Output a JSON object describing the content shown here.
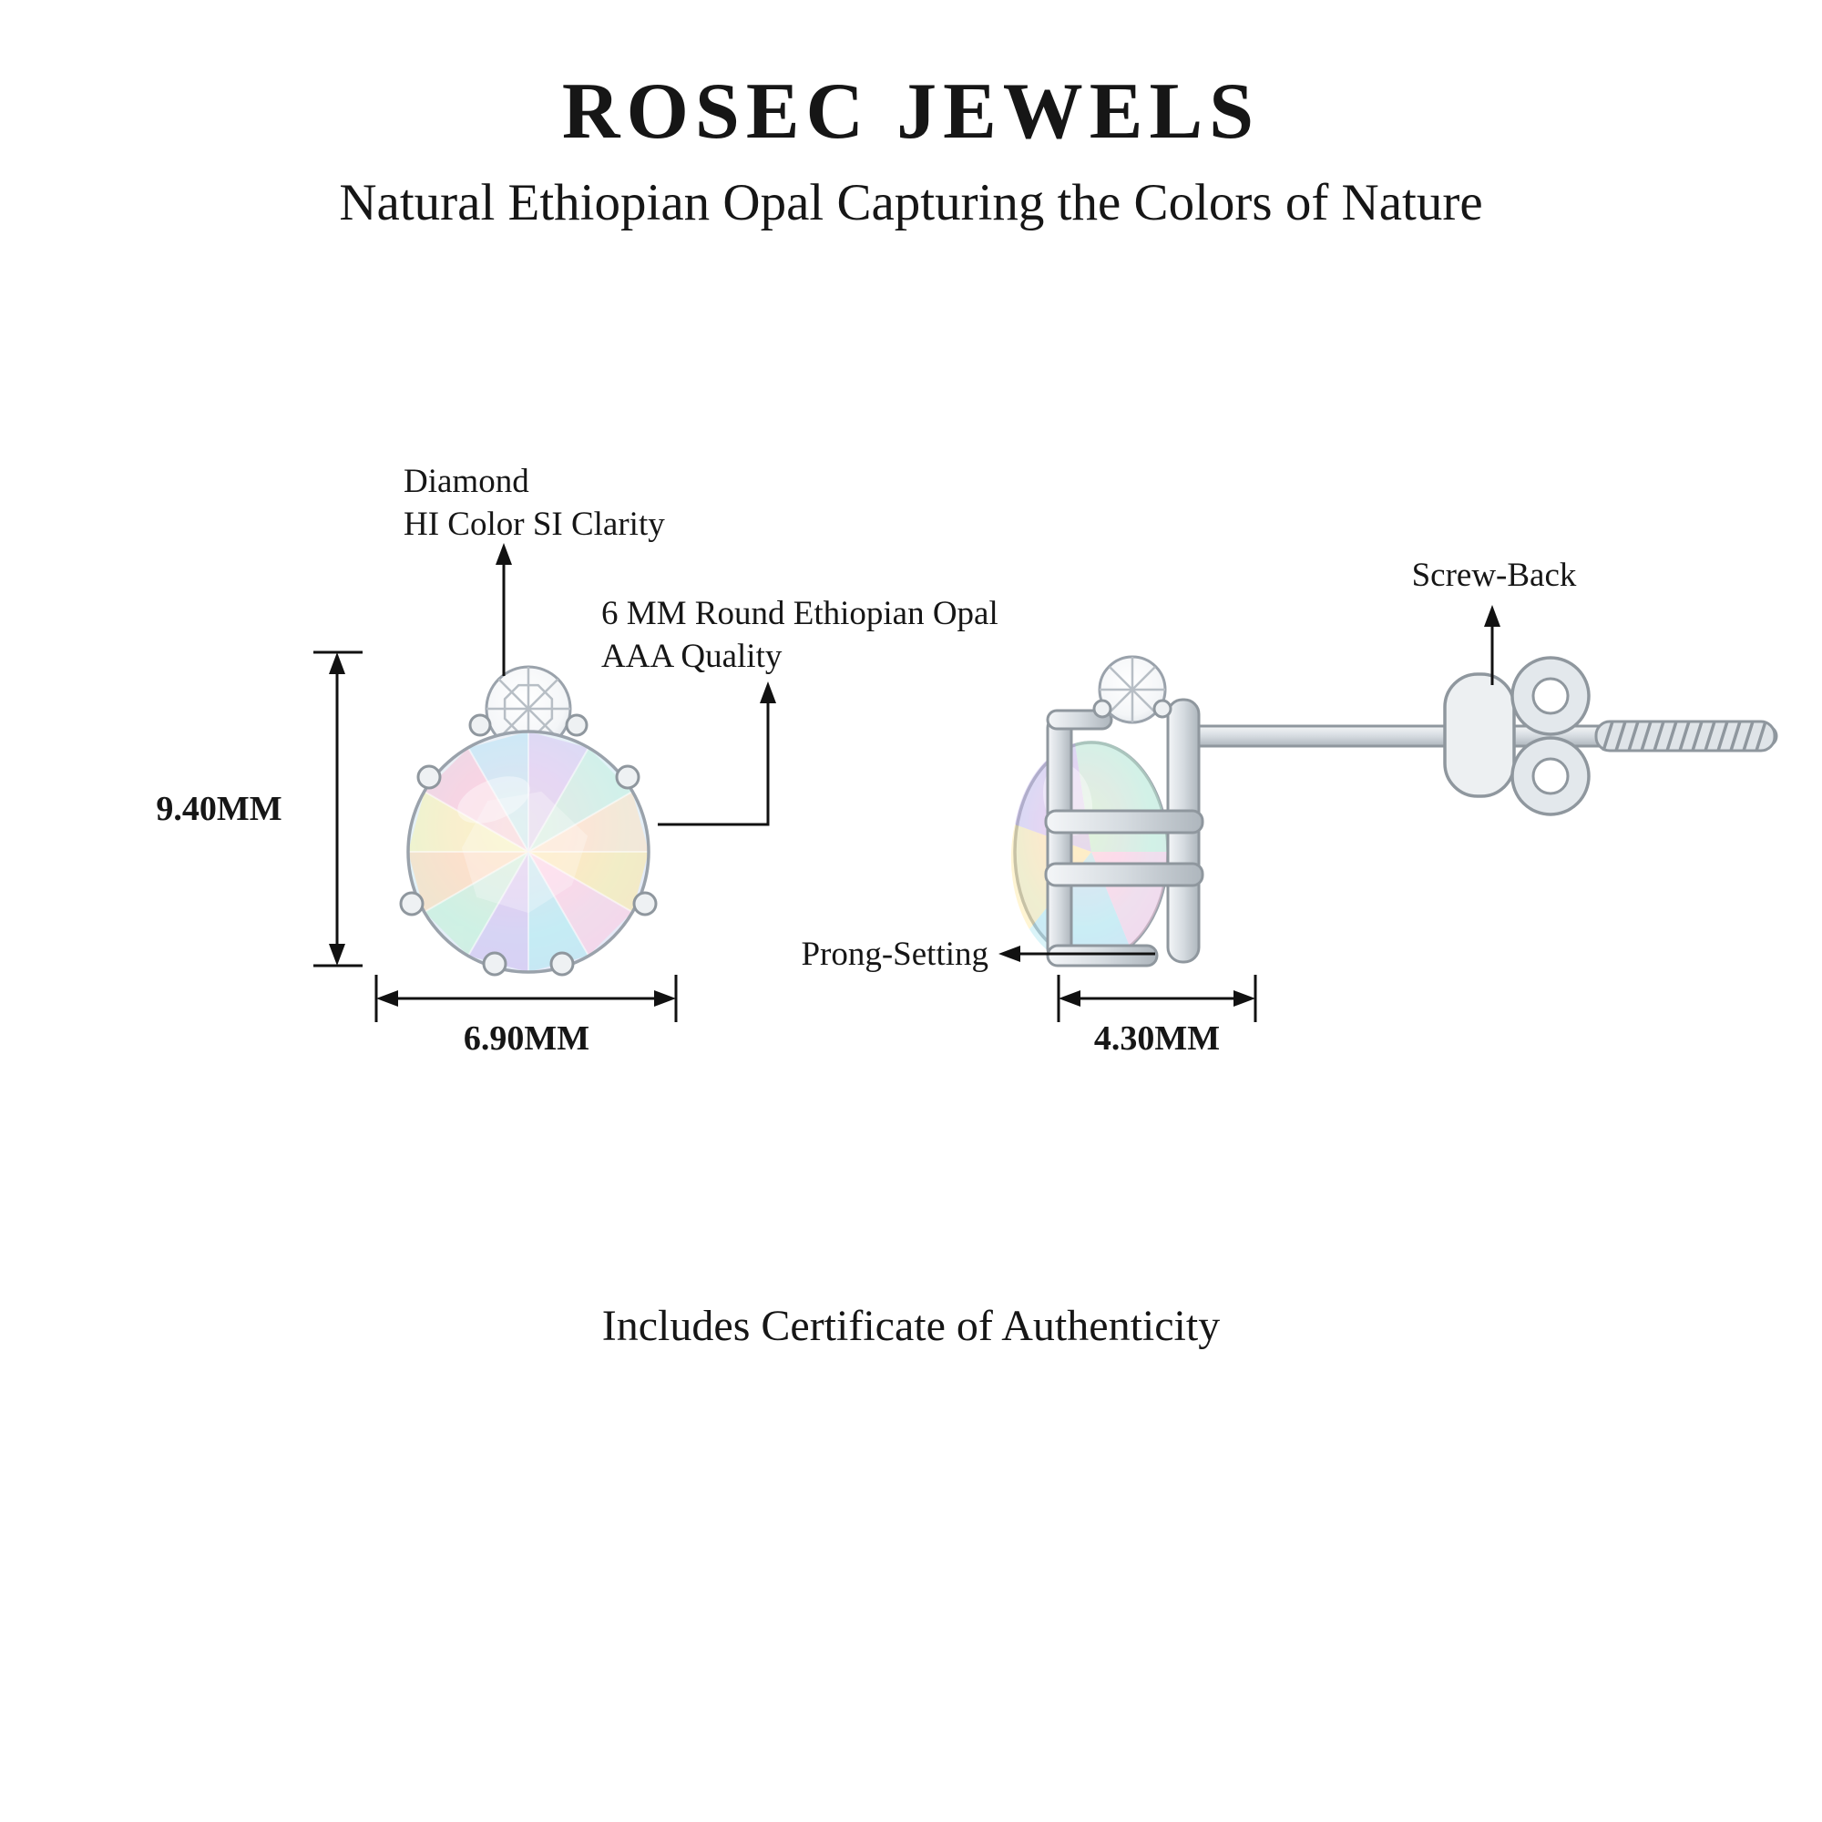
{
  "header": {
    "brand": "ROSEC JEWELS",
    "tagline": "Natural Ethiopian Opal Capturing the Colors of Nature"
  },
  "callouts": {
    "diamond": {
      "line1": "Diamond",
      "line2": "HI Color SI Clarity"
    },
    "opal": {
      "line1": "6 MM Round Ethiopian Opal",
      "line2": "AAA Quality"
    },
    "screw_back": "Screw-Back",
    "prong_setting": "Prong-Setting"
  },
  "dimensions": {
    "front_height": "9.40MM",
    "front_width": "6.90MM",
    "side_width": "4.30MM"
  },
  "footer": {
    "note": "Includes Certificate of Authenticity"
  },
  "colors": {
    "line": "#111111",
    "text": "#161616",
    "metal": "#c6cdd3",
    "metal_dark": "#8f979e",
    "metal_light": "#eef1f3",
    "opal_palette": [
      "#ffe9a0",
      "#ffc9e2",
      "#aee7f2",
      "#cdbcf2",
      "#bff0d4",
      "#ffd9ae",
      "#f8f4b0",
      "#f6c4d8",
      "#b8e4f6",
      "#d6c8f4",
      "#c4f0e0",
      "#ffe2c0"
    ]
  }
}
